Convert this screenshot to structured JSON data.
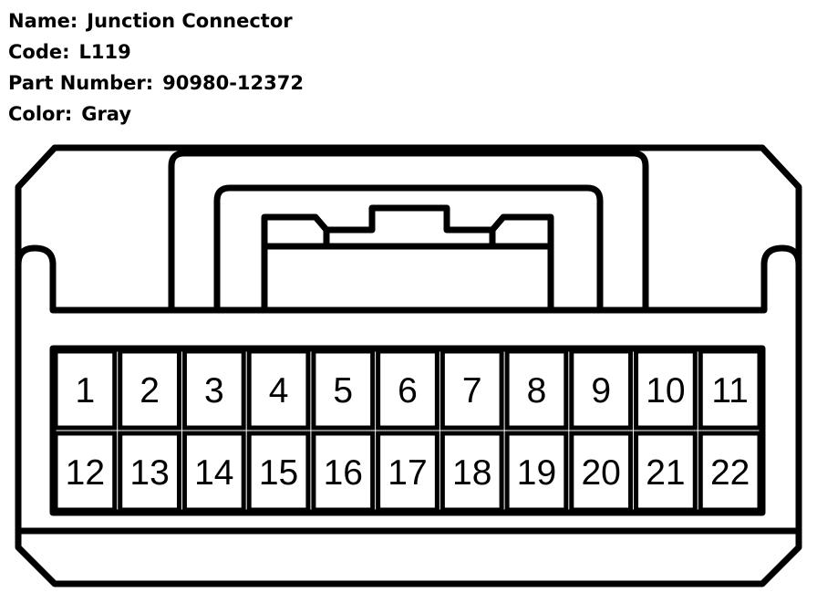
{
  "header": {
    "name_label": "Name:",
    "name_value": "Junction Connector",
    "code_label": "Code:",
    "code_value": "L119",
    "part_label": "Part Number:",
    "part_value": "90980-12372",
    "color_label": "Color:",
    "color_value": "Gray"
  },
  "connector": {
    "pin_rows": [
      [
        "1",
        "2",
        "3",
        "4",
        "5",
        "6",
        "7",
        "8",
        "9",
        "10",
        "11"
      ],
      [
        "12",
        "13",
        "14",
        "15",
        "16",
        "17",
        "18",
        "19",
        "20",
        "21",
        "22"
      ]
    ]
  },
  "colors": {
    "outline": "#000000",
    "background": "#ffffff"
  }
}
